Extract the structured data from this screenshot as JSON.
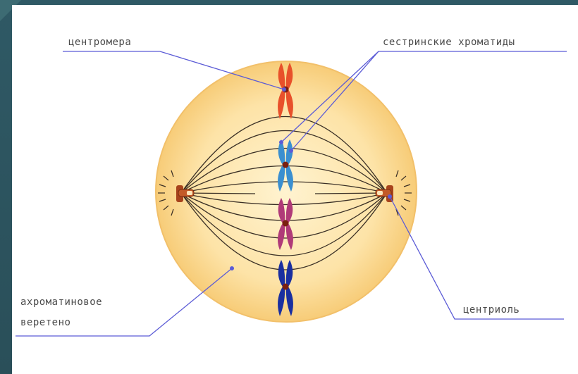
{
  "diagram": {
    "labels": {
      "centromere": "центромера",
      "sister_chromatids": "сестринские хроматиды",
      "spindle_line1": "ахроматиновое",
      "spindle_line2": "веретено",
      "centriole": "центриоль"
    },
    "colors": {
      "background_frame": "#2e5560",
      "slide": "#ffffff",
      "cell_fill": "#fde3a7",
      "cell_edge": "#f4c56a",
      "spindle_fiber": "#3a2f25",
      "pointer_line": "#5b5bd6",
      "centromere_dot": "#7a1f10",
      "centriole": "#a8431c",
      "chromosome_1": "#e8502a",
      "chromosome_2": "#3a8fd0",
      "chromosome_3": "#b03a78",
      "chromosome_4": "#1a2fa0"
    },
    "icons": [
      "chromosome-icon",
      "centriole-icon"
    ]
  }
}
